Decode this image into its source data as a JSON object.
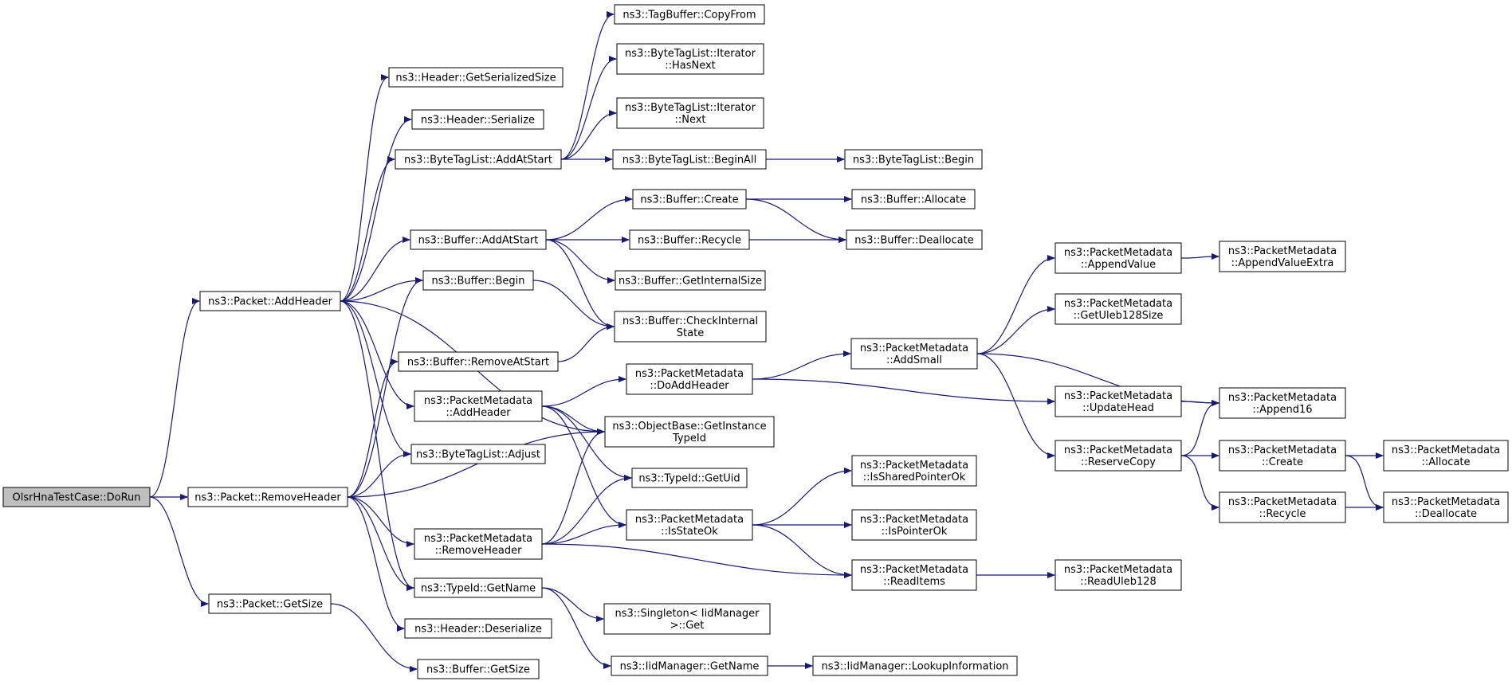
{
  "nodes": [
    {
      "id": "root",
      "lines": [
        "OlsrHnaTestCase::DoRun"
      ],
      "root": true
    },
    {
      "id": "pkt_addheader",
      "lines": [
        "ns3::Packet::AddHeader"
      ]
    },
    {
      "id": "pkt_removeheader",
      "lines": [
        "ns3::Packet::RemoveHeader"
      ]
    },
    {
      "id": "pkt_getsize",
      "lines": [
        "ns3::Packet::GetSize"
      ]
    },
    {
      "id": "hdr_getser",
      "lines": [
        "ns3::Header::GetSerializedSize"
      ]
    },
    {
      "id": "hdr_ser",
      "lines": [
        "ns3::Header::Serialize"
      ]
    },
    {
      "id": "btl_addatstart",
      "lines": [
        "ns3::ByteTagList::AddAtStart"
      ]
    },
    {
      "id": "buf_addatstart",
      "lines": [
        "ns3::Buffer::AddAtStart"
      ]
    },
    {
      "id": "buf_begin",
      "lines": [
        "ns3::Buffer::Begin"
      ]
    },
    {
      "id": "buf_removeatstart",
      "lines": [
        "ns3::Buffer::RemoveAtStart"
      ]
    },
    {
      "id": "pm_addheader",
      "lines": [
        "ns3::PacketMetadata",
        "::AddHeader"
      ]
    },
    {
      "id": "btl_adjust",
      "lines": [
        "ns3::ByteTagList::Adjust"
      ]
    },
    {
      "id": "pm_removeheader",
      "lines": [
        "ns3::PacketMetadata",
        "::RemoveHeader"
      ]
    },
    {
      "id": "typeid_getname",
      "lines": [
        "ns3::TypeId::GetName"
      ]
    },
    {
      "id": "hdr_deser",
      "lines": [
        "ns3::Header::Deserialize"
      ]
    },
    {
      "id": "buf_getsize",
      "lines": [
        "ns3::Buffer::GetSize"
      ]
    },
    {
      "id": "tagbuf_copyfrom",
      "lines": [
        "ns3::TagBuffer::CopyFrom"
      ]
    },
    {
      "id": "btl_it_hasnext",
      "lines": [
        "ns3::ByteTagList::Iterator",
        "::HasNext"
      ]
    },
    {
      "id": "btl_it_next",
      "lines": [
        "ns3::ByteTagList::Iterator",
        "::Next"
      ]
    },
    {
      "id": "btl_beginall",
      "lines": [
        "ns3::ByteTagList::BeginAll"
      ]
    },
    {
      "id": "buf_create",
      "lines": [
        "ns3::Buffer::Create"
      ]
    },
    {
      "id": "buf_recycle",
      "lines": [
        "ns3::Buffer::Recycle"
      ]
    },
    {
      "id": "buf_getinternalsize",
      "lines": [
        "ns3::Buffer::GetInternalSize"
      ]
    },
    {
      "id": "buf_checkinternal",
      "lines": [
        "ns3::Buffer::CheckInternal",
        "State"
      ]
    },
    {
      "id": "pm_doaddheader",
      "lines": [
        "ns3::PacketMetadata",
        "::DoAddHeader"
      ]
    },
    {
      "id": "ob_getinstance",
      "lines": [
        "ns3::ObjectBase::GetInstance",
        "TypeId"
      ]
    },
    {
      "id": "typeid_getuid",
      "lines": [
        "ns3::TypeId::GetUid"
      ]
    },
    {
      "id": "pm_isstateok",
      "lines": [
        "ns3::PacketMetadata",
        "::IsStateOk"
      ]
    },
    {
      "id": "singleton_get",
      "lines": [
        "ns3::Singleton< IidManager",
        ">::Get"
      ]
    },
    {
      "id": "iid_getname",
      "lines": [
        "ns3::IidManager::GetName"
      ]
    },
    {
      "id": "btl_begin",
      "lines": [
        "ns3::ByteTagList::Begin"
      ]
    },
    {
      "id": "buf_allocate",
      "lines": [
        "ns3::Buffer::Allocate"
      ]
    },
    {
      "id": "buf_deallocate",
      "lines": [
        "ns3::Buffer::Deallocate"
      ]
    },
    {
      "id": "pm_addsmall",
      "lines": [
        "ns3::PacketMetadata",
        "::AddSmall"
      ]
    },
    {
      "id": "pm_issharedptr",
      "lines": [
        "ns3::PacketMetadata",
        "::IsSharedPointerOk"
      ]
    },
    {
      "id": "pm_isptrok",
      "lines": [
        "ns3::PacketMetadata",
        "::IsPointerOk"
      ]
    },
    {
      "id": "pm_readitems",
      "lines": [
        "ns3::PacketMetadata",
        "::ReadItems"
      ]
    },
    {
      "id": "iid_lookup",
      "lines": [
        "ns3::IidManager::LookupInformation"
      ]
    },
    {
      "id": "pm_appendvalue",
      "lines": [
        "ns3::PacketMetadata",
        "::AppendValue"
      ]
    },
    {
      "id": "pm_getuleb",
      "lines": [
        "ns3::PacketMetadata",
        "::GetUleb128Size"
      ]
    },
    {
      "id": "pm_updatehead",
      "lines": [
        "ns3::PacketMetadata",
        "::UpdateHead"
      ]
    },
    {
      "id": "pm_reservecopy",
      "lines": [
        "ns3::PacketMetadata",
        "::ReserveCopy"
      ]
    },
    {
      "id": "pm_readuleb",
      "lines": [
        "ns3::PacketMetadata",
        "::ReadUleb128"
      ]
    },
    {
      "id": "pm_appendvalueextra",
      "lines": [
        "ns3::PacketMetadata",
        "::AppendValueExtra"
      ]
    },
    {
      "id": "pm_append16",
      "lines": [
        "ns3::PacketMetadata",
        "::Append16"
      ]
    },
    {
      "id": "pm_create",
      "lines": [
        "ns3::PacketMetadata",
        "::Create"
      ]
    },
    {
      "id": "pm_recycle",
      "lines": [
        "ns3::PacketMetadata",
        "::Recycle"
      ]
    },
    {
      "id": "pm_allocate",
      "lines": [
        "ns3::PacketMetadata",
        "::Allocate"
      ]
    },
    {
      "id": "pm_deallocate",
      "lines": [
        "ns3::PacketMetadata",
        "::Deallocate"
      ]
    }
  ],
  "edges": [
    [
      "root",
      "pkt_addheader"
    ],
    [
      "root",
      "pkt_removeheader"
    ],
    [
      "root",
      "pkt_getsize"
    ],
    [
      "pkt_addheader",
      "hdr_getser"
    ],
    [
      "pkt_addheader",
      "hdr_ser"
    ],
    [
      "pkt_addheader",
      "btl_addatstart"
    ],
    [
      "pkt_addheader",
      "buf_addatstart"
    ],
    [
      "pkt_addheader",
      "buf_begin"
    ],
    [
      "pkt_addheader",
      "pm_addheader"
    ],
    [
      "pkt_addheader",
      "btl_adjust"
    ],
    [
      "pkt_addheader",
      "ob_getinstance"
    ],
    [
      "pkt_addheader",
      "typeid_getname"
    ],
    [
      "pkt_removeheader",
      "buf_begin"
    ],
    [
      "pkt_removeheader",
      "buf_removeatstart"
    ],
    [
      "pkt_removeheader",
      "btl_adjust"
    ],
    [
      "pkt_removeheader",
      "ob_getinstance"
    ],
    [
      "pkt_removeheader",
      "pm_removeheader"
    ],
    [
      "pkt_removeheader",
      "typeid_getname"
    ],
    [
      "pkt_removeheader",
      "hdr_deser"
    ],
    [
      "pkt_getsize",
      "buf_getsize"
    ],
    [
      "btl_addatstart",
      "tagbuf_copyfrom"
    ],
    [
      "btl_addatstart",
      "btl_it_hasnext"
    ],
    [
      "btl_addatstart",
      "btl_it_next"
    ],
    [
      "btl_addatstart",
      "btl_beginall"
    ],
    [
      "btl_beginall",
      "btl_begin"
    ],
    [
      "buf_addatstart",
      "buf_create"
    ],
    [
      "buf_addatstart",
      "buf_recycle"
    ],
    [
      "buf_addatstart",
      "buf_getinternalsize"
    ],
    [
      "buf_addatstart",
      "buf_checkinternal"
    ],
    [
      "buf_begin",
      "buf_checkinternal"
    ],
    [
      "buf_removeatstart",
      "buf_checkinternal"
    ],
    [
      "buf_create",
      "buf_allocate"
    ],
    [
      "buf_create",
      "buf_deallocate"
    ],
    [
      "buf_recycle",
      "buf_deallocate"
    ],
    [
      "pm_addheader",
      "pm_doaddheader"
    ],
    [
      "pm_addheader",
      "ob_getinstance"
    ],
    [
      "pm_addheader",
      "typeid_getuid"
    ],
    [
      "pm_addheader",
      "pm_isstateok"
    ],
    [
      "pm_removeheader",
      "ob_getinstance"
    ],
    [
      "pm_removeheader",
      "typeid_getuid"
    ],
    [
      "pm_removeheader",
      "pm_isstateok"
    ],
    [
      "pm_removeheader",
      "pm_readitems"
    ],
    [
      "pm_doaddheader",
      "pm_addsmall"
    ],
    [
      "pm_doaddheader",
      "pm_updatehead"
    ],
    [
      "pm_isstateok",
      "pm_issharedptr"
    ],
    [
      "pm_isstateok",
      "pm_isptrok"
    ],
    [
      "pm_isstateok",
      "pm_readitems"
    ],
    [
      "typeid_getname",
      "singleton_get"
    ],
    [
      "typeid_getname",
      "iid_getname"
    ],
    [
      "iid_getname",
      "iid_lookup"
    ],
    [
      "pm_addsmall",
      "pm_appendvalue"
    ],
    [
      "pm_addsmall",
      "pm_getuleb"
    ],
    [
      "pm_addsmall",
      "pm_append16"
    ],
    [
      "pm_addsmall",
      "pm_reservecopy"
    ],
    [
      "pm_appendvalue",
      "pm_appendvalueextra"
    ],
    [
      "pm_updatehead",
      "pm_append16"
    ],
    [
      "pm_reservecopy",
      "pm_append16"
    ],
    [
      "pm_reservecopy",
      "pm_create"
    ],
    [
      "pm_reservecopy",
      "pm_recycle"
    ],
    [
      "pm_create",
      "pm_allocate"
    ],
    [
      "pm_create",
      "pm_deallocate"
    ],
    [
      "pm_recycle",
      "pm_deallocate"
    ],
    [
      "pm_readitems",
      "pm_readuleb"
    ]
  ]
}
